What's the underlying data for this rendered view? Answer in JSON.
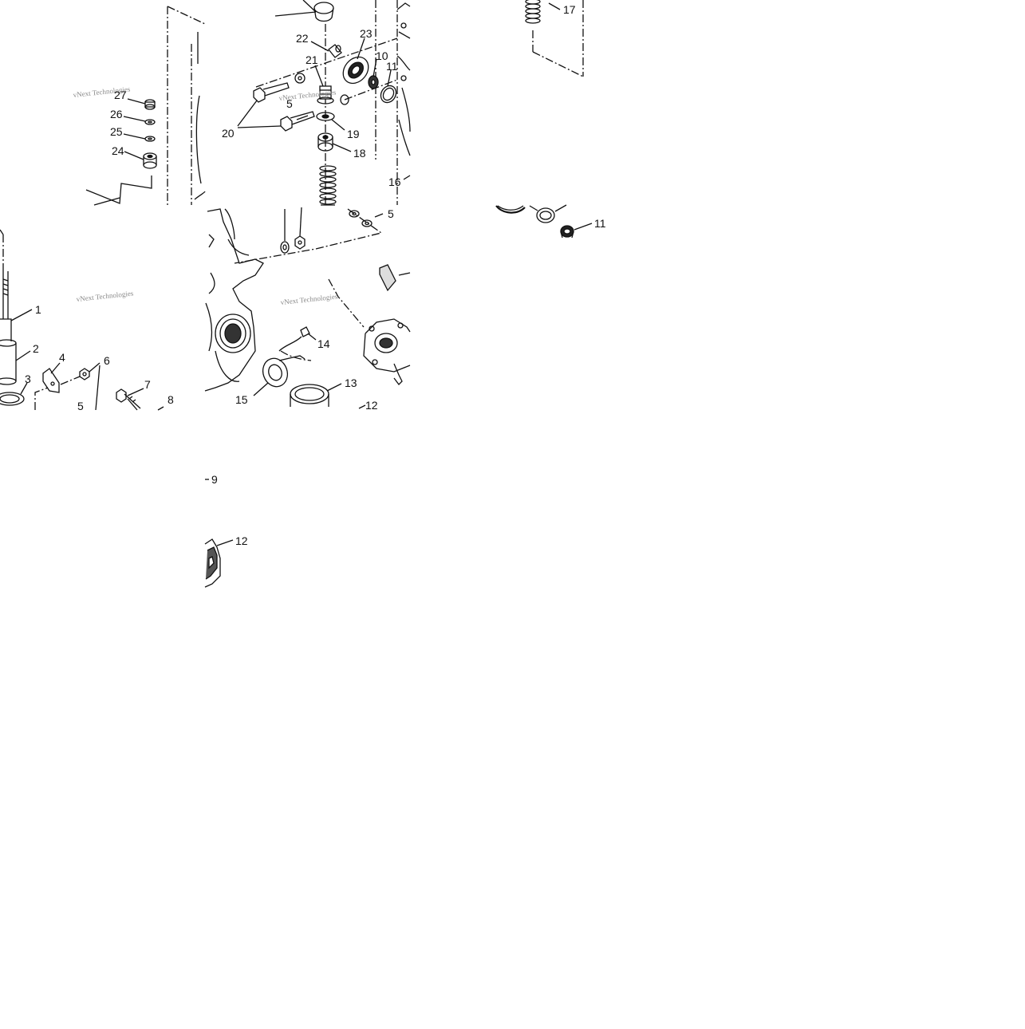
{
  "diagram": {
    "watermark": "vNext Technologies",
    "callouts": [
      {
        "id": "c1",
        "text": "1"
      },
      {
        "id": "c2",
        "text": "2"
      },
      {
        "id": "c3",
        "text": "3"
      },
      {
        "id": "c4",
        "text": "4"
      },
      {
        "id": "c5a",
        "text": "5"
      },
      {
        "id": "c5b",
        "text": "5"
      },
      {
        "id": "c5c",
        "text": "5"
      },
      {
        "id": "c6",
        "text": "6"
      },
      {
        "id": "c7",
        "text": "7"
      },
      {
        "id": "c8",
        "text": "8"
      },
      {
        "id": "c9",
        "text": "9"
      },
      {
        "id": "c10",
        "text": "10"
      },
      {
        "id": "c11a",
        "text": "11"
      },
      {
        "id": "c11b",
        "text": "11"
      },
      {
        "id": "c12a",
        "text": "12"
      },
      {
        "id": "c12b",
        "text": "12"
      },
      {
        "id": "c13",
        "text": "13"
      },
      {
        "id": "c14",
        "text": "14"
      },
      {
        "id": "c15",
        "text": "15"
      },
      {
        "id": "c16",
        "text": "16"
      },
      {
        "id": "c17",
        "text": "17"
      },
      {
        "id": "c18",
        "text": "18"
      },
      {
        "id": "c19",
        "text": "19"
      },
      {
        "id": "c20",
        "text": "20"
      },
      {
        "id": "c21",
        "text": "21"
      },
      {
        "id": "c22",
        "text": "22"
      },
      {
        "id": "c23",
        "text": "23"
      },
      {
        "id": "c24",
        "text": "24"
      },
      {
        "id": "c25",
        "text": "25"
      },
      {
        "id": "c26",
        "text": "26"
      },
      {
        "id": "c27",
        "text": "27"
      }
    ]
  }
}
